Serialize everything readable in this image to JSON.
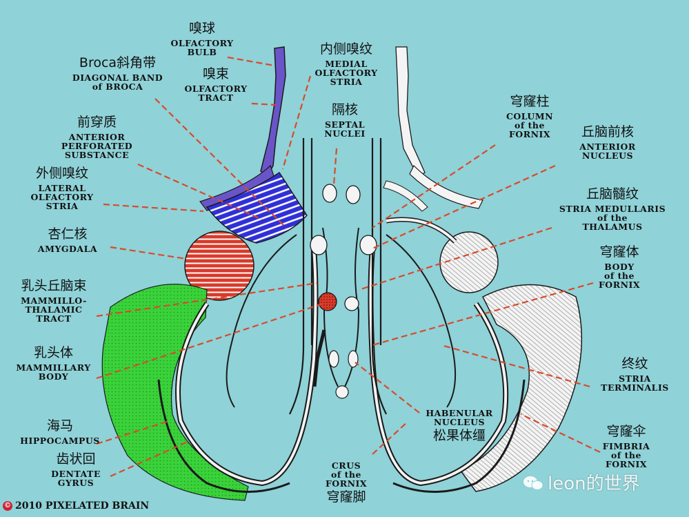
{
  "labels": {
    "olfactory_bulb": {
      "zh": "嗅球",
      "en": [
        "OLFACTORY",
        "BULB"
      ]
    },
    "olfactory_tract": {
      "zh": "嗅束",
      "en": [
        "OLFACTORY",
        "TRACT"
      ]
    },
    "diagonal_band": {
      "zh": "Broca斜角带",
      "en": [
        "DIAGONAL BAND",
        "of BROCA"
      ]
    },
    "anterior_perforated": {
      "zh": "前穿质",
      "en": [
        "ANTERIOR",
        "PERFORATED",
        "SUBSTANCE"
      ]
    },
    "lateral_olfactory": {
      "zh": "外侧嗅纹",
      "en": [
        "LATERAL",
        "OLFACTORY",
        "STRIA"
      ]
    },
    "amygdala": {
      "zh": "杏仁核",
      "en": [
        "AMYGDALA"
      ]
    },
    "mammillothalamic": {
      "zh": "乳头丘脑束",
      "en": [
        "MAMMILLO-",
        "THALAMIC",
        "TRACT"
      ]
    },
    "mammillary_body": {
      "zh": "乳头体",
      "en": [
        "MAMMILLARY",
        "BODY"
      ]
    },
    "hippocampus": {
      "zh": "海马",
      "en": [
        "HIPPOCAMPUS"
      ]
    },
    "dentate_gyrus": {
      "zh": "齿状回",
      "en": [
        "DENTATE",
        "GYRUS"
      ]
    },
    "medial_olfactory": {
      "zh": "内侧嗅纹",
      "en": [
        "MEDIAL",
        "OLFACTORY",
        "STRIA"
      ]
    },
    "septal_nuclei": {
      "zh": "隔核",
      "en": [
        "SEPTAL",
        "NUCLEI"
      ]
    },
    "column_fornix": {
      "zh": "穹窿柱",
      "en": [
        "COLUMN",
        "of the",
        "FORNIX"
      ]
    },
    "anterior_nucleus": {
      "zh": "丘脑前核",
      "en": [
        "ANTERIOR",
        "NUCLEUS"
      ]
    },
    "stria_medullaris": {
      "zh": "丘脑髓纹",
      "en": [
        "STRIA MEDULLARIS",
        "of the",
        "THALAMUS"
      ]
    },
    "body_fornix": {
      "zh": "穹窿体",
      "en": [
        "BODY",
        "of the",
        "FORNIX"
      ]
    },
    "stria_terminalis": {
      "zh": "终纹",
      "en": [
        "STRIA",
        "TERMINALIS"
      ]
    },
    "fimbria": {
      "zh": "穹窿伞",
      "en": [
        "FIMBRIA",
        "of the",
        "FORNIX"
      ]
    },
    "habenular": {
      "zh": "松果体缰",
      "en": [
        "HABENULAR",
        "NUCLEUS"
      ]
    },
    "crus_fornix": {
      "zh": "穹窿脚",
      "en": [
        "CRUS",
        "of the",
        "FORNIX"
      ]
    }
  },
  "copyright": "2010 PIXELATED BRAIN",
  "watermark": "leon的世界",
  "colors": {
    "background": "#8fd2d8",
    "olfactory": "#6a55c8",
    "perforated": "#2a2ad8",
    "amygdala": "#d83a2a",
    "hippocampus": "#3ad23a",
    "leader": "#d94a2a",
    "outline": "#1a1a1a"
  }
}
